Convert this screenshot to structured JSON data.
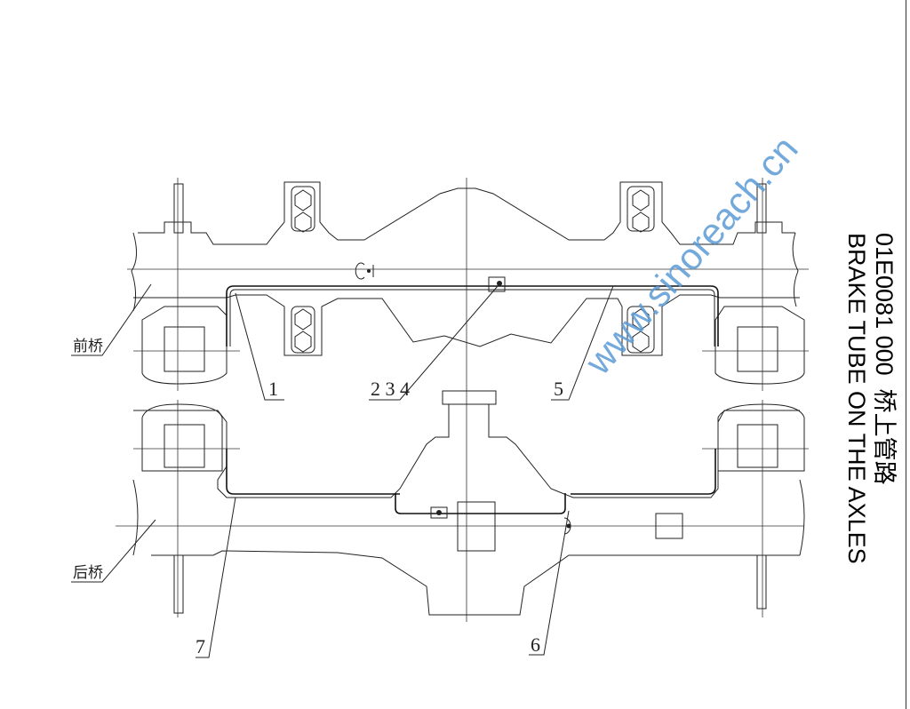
{
  "drawing": {
    "part_number": "01E0081 000",
    "title_cn": "桥上管路",
    "title_en": "BRAKE TUBE ON THE AXLES",
    "watermark": "www.sinoreach.cn",
    "axle_labels": {
      "front": "前桥",
      "rear": "后桥"
    },
    "callouts": [
      "1",
      "2 3 4",
      "5",
      "6",
      "7"
    ],
    "watermark_color": "#5b9bd5"
  }
}
